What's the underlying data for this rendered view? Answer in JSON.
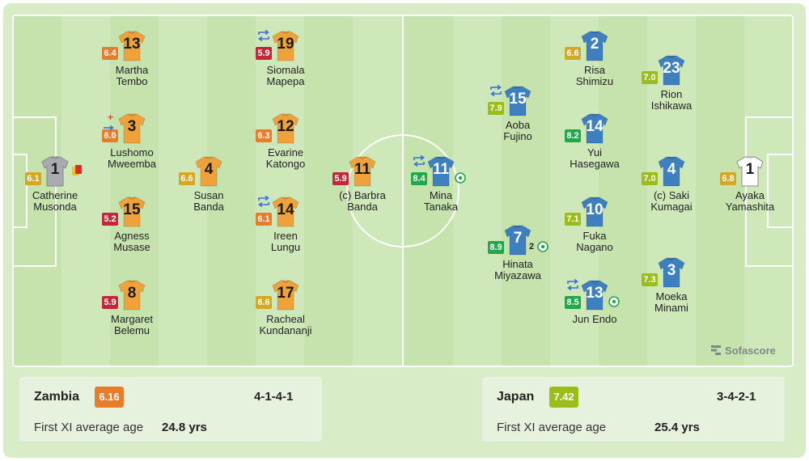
{
  "brand": "Sofascore",
  "rating_colors": {
    "orange": "#e77c2b",
    "red": "#c4263a",
    "yellow": "#d4a824",
    "lime": "#9bbd1c",
    "green": "#22a84a"
  },
  "home": {
    "name": "Zambia",
    "rating": "6.16",
    "rating_color": "#e77c2b",
    "formation": "4-1-4-1",
    "age_label": "First XI average age",
    "age_value": "24.8 yrs",
    "jersey_color": "#f0a23a",
    "gk_color": "#a7aaae",
    "players": [
      {
        "number": "1",
        "name": "Catherine\nMusonda",
        "rating": "6.1",
        "rating_color": "#d4a824",
        "gk": true,
        "yellow_red": true
      },
      {
        "number": "13",
        "name": "Martha\nTembo",
        "rating": "6.4",
        "rating_color": "#e77c2b"
      },
      {
        "number": "3",
        "name": "Lushomo\nMweemba",
        "rating": "6.0",
        "rating_color": "#e77c2b",
        "sub_in": true
      },
      {
        "number": "15",
        "name": "Agness\nMusase",
        "rating": "5.2",
        "rating_color": "#c4263a"
      },
      {
        "number": "8",
        "name": "Margaret\nBelemu",
        "rating": "5.9",
        "rating_color": "#c4263a"
      },
      {
        "number": "4",
        "name": "Susan\nBanda",
        "rating": "6.6",
        "rating_color": "#d4a824"
      },
      {
        "number": "19",
        "name": "Siomala\nMapepa",
        "rating": "5.9",
        "rating_color": "#c4263a",
        "sub": true
      },
      {
        "number": "12",
        "name": "Evarine\nKatongo",
        "rating": "6.3",
        "rating_color": "#e77c2b"
      },
      {
        "number": "14",
        "name": "Ireen\nLungu",
        "rating": "6.1",
        "rating_color": "#e77c2b",
        "sub": true
      },
      {
        "number": "17",
        "name": "Racheal\nKundananji",
        "rating": "6.6",
        "rating_color": "#d4a824"
      },
      {
        "number": "11",
        "name": "(c) Barbra\nBanda",
        "rating": "5.9",
        "rating_color": "#c4263a"
      }
    ]
  },
  "away": {
    "name": "Japan",
    "rating": "7.42",
    "rating_color": "#9bbd1c",
    "formation": "3-4-2-1",
    "age_label": "First XI average age",
    "age_value": "25.4 yrs",
    "jersey_color": "#3d7fbf",
    "gk_color": "#ffffff",
    "players": [
      {
        "number": "11",
        "name": "Mina\nTanaka",
        "rating": "8.4",
        "rating_color": "#22a84a",
        "sub": true,
        "goals": 1
      },
      {
        "number": "15",
        "name": "Aoba\nFujino",
        "rating": "7.9",
        "rating_color": "#9bbd1c",
        "sub": true
      },
      {
        "number": "7",
        "name": "Hinata\nMiyazawa",
        "rating": "8.9",
        "rating_color": "#22a84a",
        "goals": 2,
        "goal_count": "2"
      },
      {
        "number": "2",
        "name": "Risa\nShimizu",
        "rating": "6.6",
        "rating_color": "#d4a824"
      },
      {
        "number": "14",
        "name": "Yui\nHasegawa",
        "rating": "8.2",
        "rating_color": "#22a84a"
      },
      {
        "number": "10",
        "name": "Fuka\nNagano",
        "rating": "7.1",
        "rating_color": "#9bbd1c"
      },
      {
        "number": "13",
        "name": "Jun Endo",
        "rating": "8.5",
        "rating_color": "#22a84a",
        "sub": true,
        "goals": 1
      },
      {
        "number": "23",
        "name": "Rion\nIshikawa",
        "rating": "7.0",
        "rating_color": "#9bbd1c"
      },
      {
        "number": "4",
        "name": "(c) Saki\nKumagai",
        "rating": "7.0",
        "rating_color": "#9bbd1c"
      },
      {
        "number": "3",
        "name": "Moeka\nMinami",
        "rating": "7.3",
        "rating_color": "#9bbd1c"
      },
      {
        "number": "1",
        "name": "Ayaka\nYamashita",
        "rating": "6.8",
        "rating_color": "#d4a824",
        "gk": true
      }
    ]
  }
}
